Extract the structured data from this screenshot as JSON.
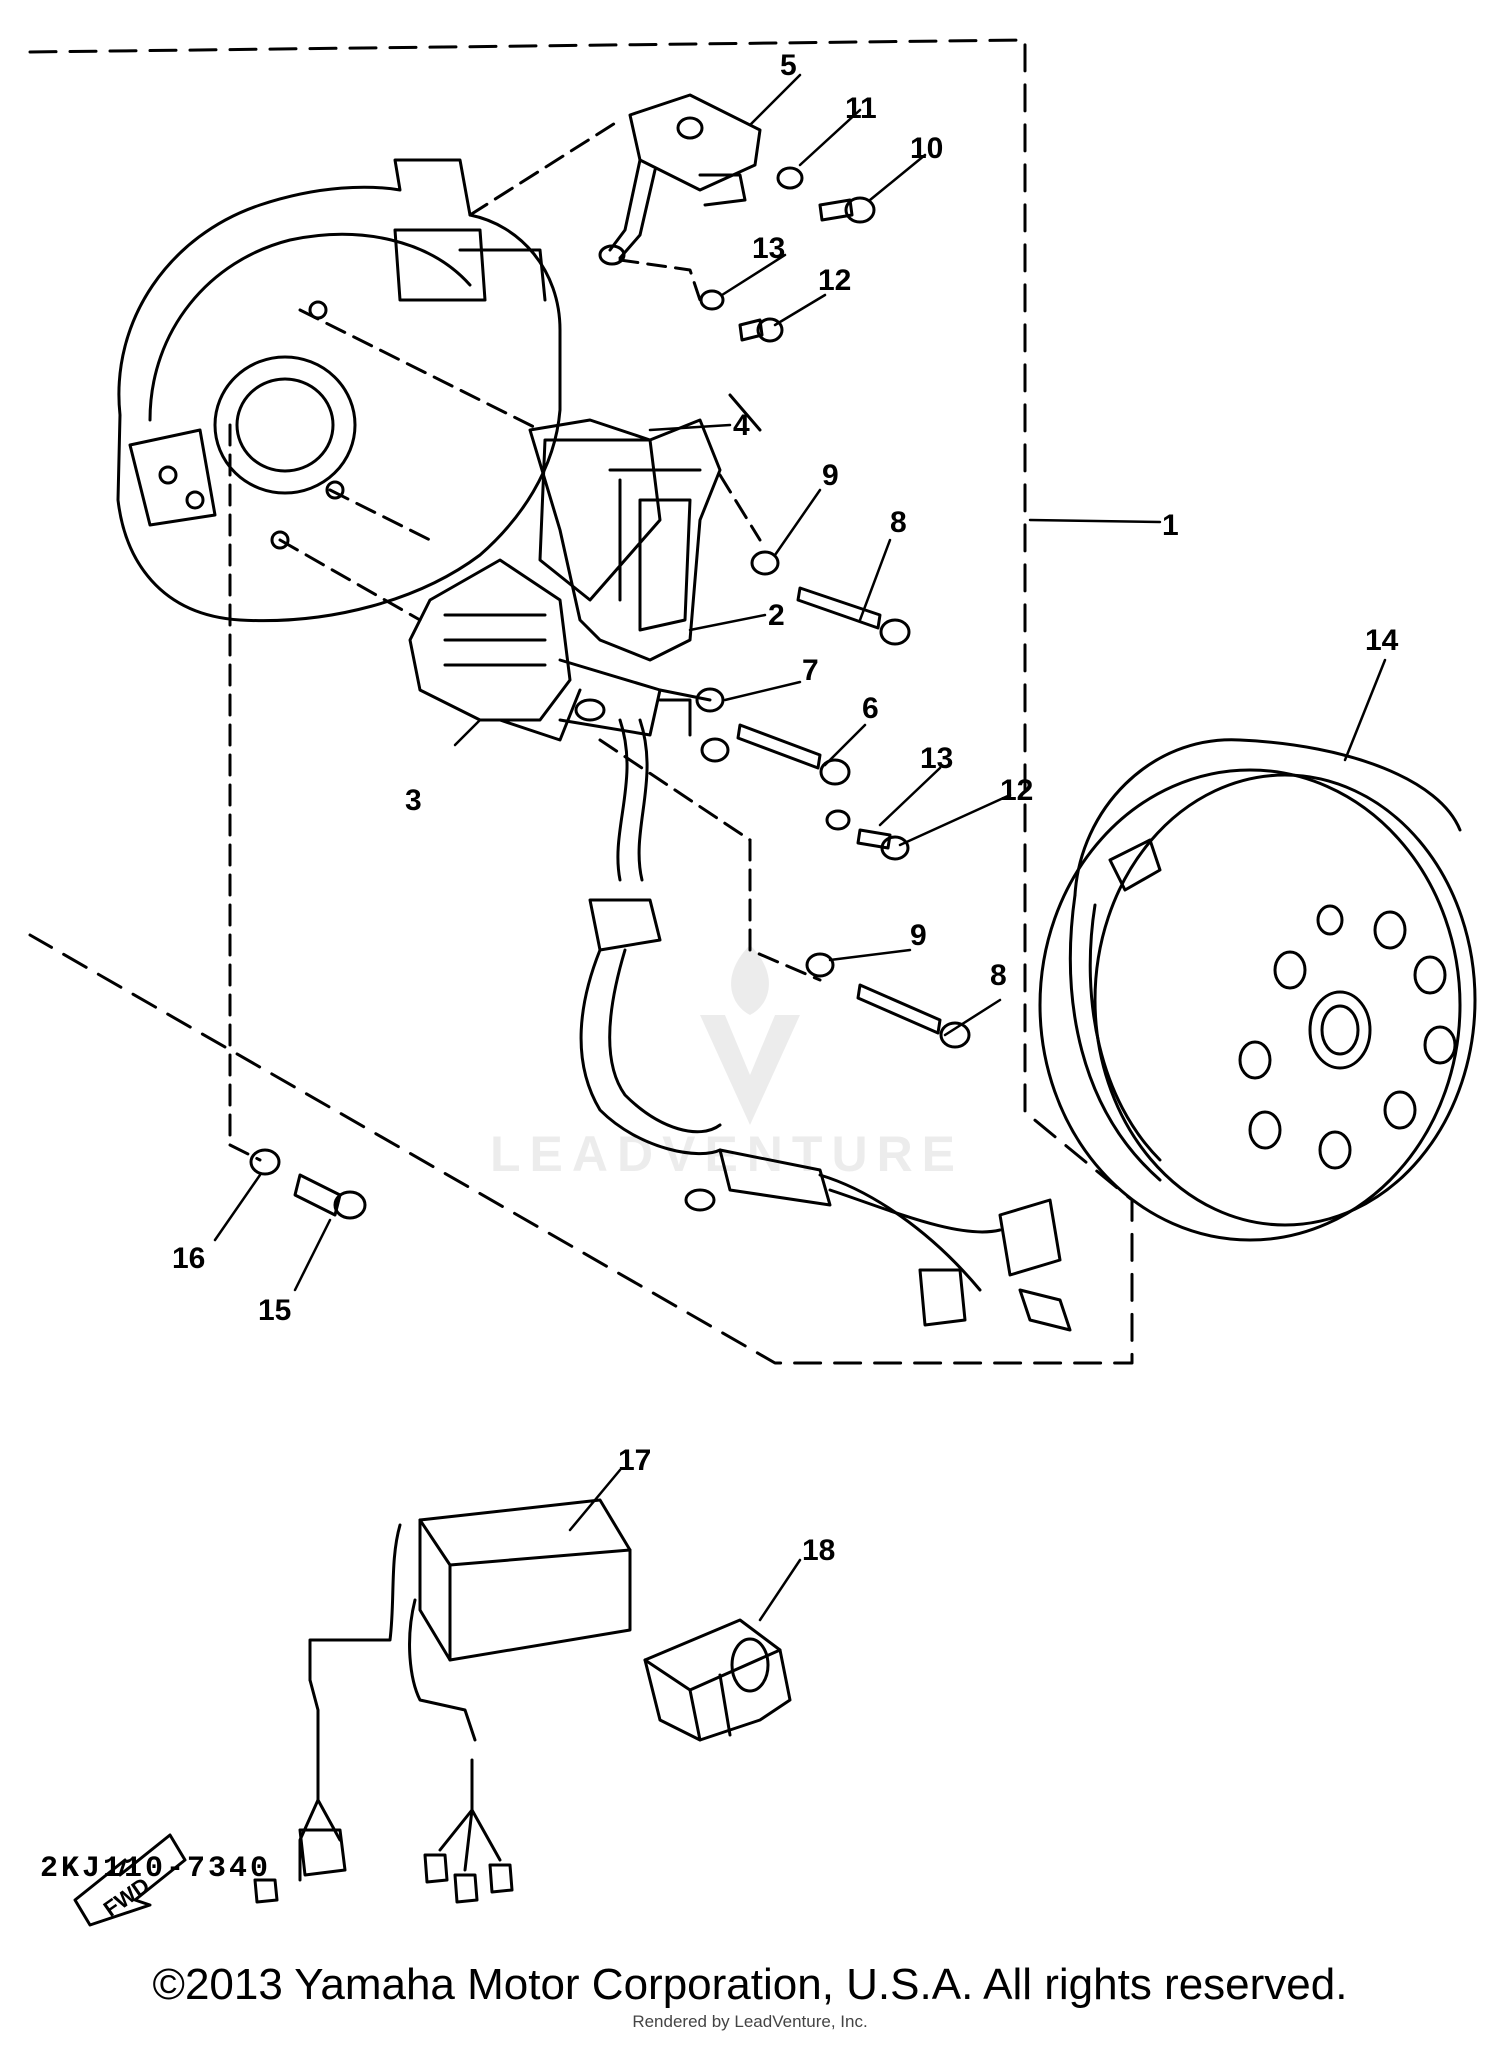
{
  "diagram": {
    "callouts": [
      {
        "id": "c1",
        "text": "1"
      },
      {
        "id": "c2",
        "text": "2"
      },
      {
        "id": "c3",
        "text": "3"
      },
      {
        "id": "c4",
        "text": "4"
      },
      {
        "id": "c5",
        "text": "5"
      },
      {
        "id": "c6",
        "text": "6"
      },
      {
        "id": "c7",
        "text": "7"
      },
      {
        "id": "c8a",
        "text": "8"
      },
      {
        "id": "c8b",
        "text": "8"
      },
      {
        "id": "c9a",
        "text": "9"
      },
      {
        "id": "c9b",
        "text": "9"
      },
      {
        "id": "c10",
        "text": "10"
      },
      {
        "id": "c11",
        "text": "11"
      },
      {
        "id": "c12a",
        "text": "12"
      },
      {
        "id": "c12b",
        "text": "12"
      },
      {
        "id": "c13a",
        "text": "13"
      },
      {
        "id": "c13b",
        "text": "13"
      },
      {
        "id": "c14",
        "text": "14"
      },
      {
        "id": "c15",
        "text": "15"
      },
      {
        "id": "c16",
        "text": "16"
      },
      {
        "id": "c17",
        "text": "17"
      },
      {
        "id": "c18",
        "text": "18"
      }
    ],
    "fwd_label": "FWD",
    "part_code": "2KJ110-7340",
    "watermark": "LEADVENTURE",
    "copyright": "©2013 Yamaha Motor Corporation, U.S.A. All rights reserved.",
    "rendered_by": "Rendered by LeadVenture, Inc."
  }
}
